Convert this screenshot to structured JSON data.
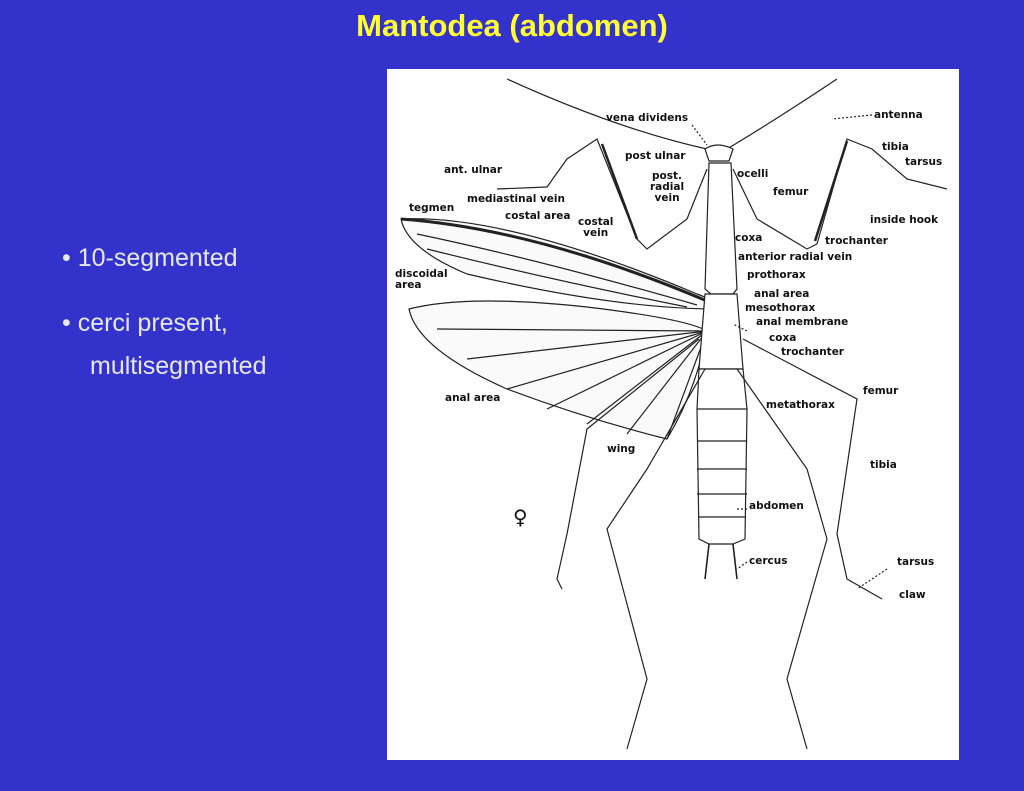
{
  "slide": {
    "title": "Mantodea (abdomen)",
    "bullets": [
      "• 10-segmented",
      "• cerci present,",
      "multisegmented"
    ]
  },
  "figure": {
    "female_symbol": "♀",
    "labels": {
      "vena_dividens": "vena dividens",
      "antenna": "antenna",
      "post_ulnar": "post ulnar",
      "tibia_top": "tibia",
      "tarsus_top": "tarsus",
      "ant_ulnar": "ant. ulnar",
      "post_radial_vein": "post.\nradial\nvein",
      "ocelli": "ocelli",
      "femur_top": "femur",
      "mediastinal_vein": "mediastinal vein",
      "tegmen": "tegmen",
      "costal_area": "costal area",
      "costal_vein": "costal\nvein",
      "inside_hook": "inside hook",
      "coxa_top": "coxa",
      "trochanter_top": "trochanter",
      "anterior_radial_vein": "anterior radial vein",
      "discoidal_area": "discoidal\narea",
      "prothorax": "prothorax",
      "anal_area_right": "anal area",
      "mesothorax": "mesothorax",
      "anal_membrane": "anal membrane",
      "coxa_mid": "coxa",
      "trochanter_mid": "trochanter",
      "anal_area_left": "anal area",
      "femur_right": "femur",
      "metathorax": "metathorax",
      "wing": "wing",
      "tibia_right": "tibia",
      "abdomen": "abdomen",
      "tarsus_bottom": "tarsus",
      "cercus": "cercus",
      "claw": "claw"
    }
  }
}
